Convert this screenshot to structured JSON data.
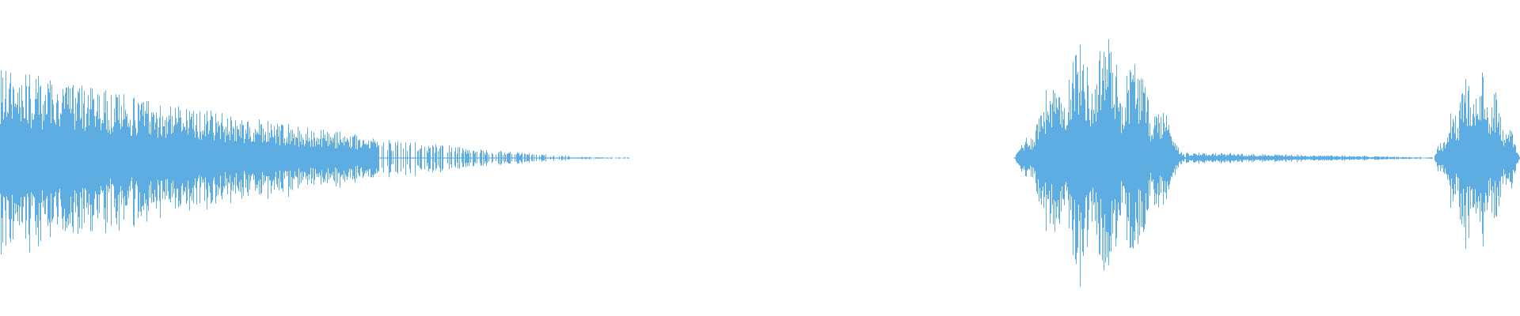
{
  "waveform": {
    "color": "#5dade2",
    "background": "#ffffff",
    "segments": [
      {
        "name": "decaying-tail",
        "start_fraction": 0.0,
        "end_fraction": 0.415,
        "peak_level": 0.72,
        "decay": "linear-to-zero"
      },
      {
        "name": "silence",
        "start_fraction": 0.415,
        "end_fraction": 0.667,
        "peak_level": 0.0,
        "decay": "none"
      },
      {
        "name": "burst-1",
        "start_fraction": 0.667,
        "end_fraction": 0.78,
        "peak_level": 1.0,
        "decay": "envelope"
      },
      {
        "name": "low-noise",
        "start_fraction": 0.78,
        "end_fraction": 0.943,
        "peak_level": 0.08,
        "decay": "fading"
      },
      {
        "name": "burst-2",
        "start_fraction": 0.943,
        "end_fraction": 1.0,
        "peak_level": 0.72,
        "decay": "envelope"
      }
    ]
  }
}
